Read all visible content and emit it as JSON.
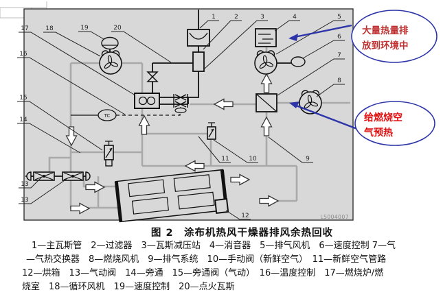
{
  "figure": {
    "caption": "图 2　涂布机热风干燥器排风余热回收",
    "drawing_code": "LS004007",
    "legend_lines": [
      "1—主瓦斯管　2—过滤器　3—瓦斯减压站　4—消音器　5—排气风机　6—速度控制 7—气",
      "—气热交换器　8—燃烧风机　9—排气系统　10—手动阀（新鲜空气）　11—新鲜空气管路",
      "12—烘箱　13—气动阀　14—旁通　15—旁通阀（气动）　16—温度控制　17—燃烧炉/燃",
      "烧室　18—循环风机　19—速度控制　20—点火瓦斯"
    ]
  },
  "callouts": {
    "heat_loss": {
      "line1": "大量热量排",
      "line2": "放到环境中"
    },
    "preheat": {
      "line1": "给燃烧空",
      "line2": "气预热"
    }
  },
  "labels": {
    "tc": "TC"
  },
  "numbers": {
    "n1": "1",
    "n2": "2",
    "n3": "3",
    "n4": "4",
    "n5": "5",
    "n6": "6",
    "n7": "7",
    "n8": "8",
    "n9": "9",
    "n10": "10",
    "n11": "11",
    "n12": "12",
    "n13a": "13",
    "n13b": "13",
    "n14": "14",
    "n15": "15",
    "n16": "16",
    "n17": "17",
    "n18": "18",
    "n19": "19",
    "n20": "20"
  },
  "colors": {
    "panel_bg": "#d8d8d8",
    "pipe_gray": "#a9a9a9",
    "callout_outline": "#2d35a8",
    "heat_loss_text": "#bf3030",
    "preheat_text": "#e01010"
  }
}
